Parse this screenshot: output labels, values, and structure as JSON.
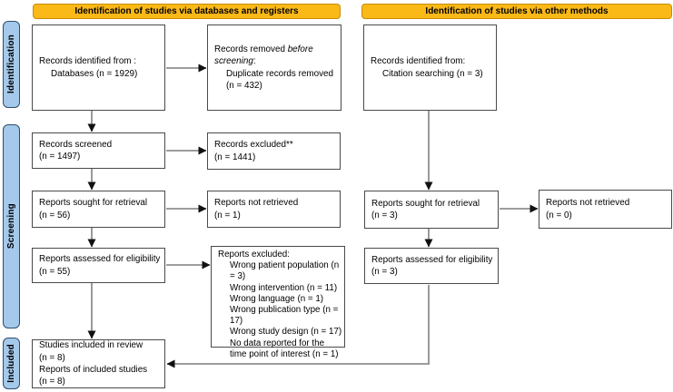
{
  "colors": {
    "header_fill": "#FBB917",
    "header_border": "#C98B00",
    "sidebar_fill": "#A5C9EA",
    "sidebar_border": "#2E4E6B",
    "box_border": "#4A4A4A",
    "arrow_line": "#8F8F8F",
    "arrow_head": "#111111",
    "text": "#000000"
  },
  "headers": {
    "databases": "Identification of studies via databases and registers",
    "other": "Identification of studies via other methods"
  },
  "sidebar": {
    "identification": "Identification",
    "screening": "Screening",
    "included": "Included"
  },
  "boxes": {
    "records_identified": {
      "line1": "Records identified from :",
      "line2": "Databases (n = 1929)"
    },
    "records_removed": {
      "prefix": "Records removed ",
      "italic": "before screening",
      "suffix": ":",
      "item": "Duplicate records removed (n = 432)"
    },
    "records_screened": {
      "line1": "Records screened",
      "line2": "(n = 1497)"
    },
    "records_excluded": {
      "line1": "Records excluded**",
      "line2": "(n = 1441)"
    },
    "reports_sought_db": {
      "line1": "Reports sought for retrieval",
      "line2": "(n = 56)"
    },
    "reports_not_retrieved_db": {
      "line1": "Reports not retrieved",
      "line2": "(n = 1)"
    },
    "reports_assessed_db": {
      "line1": "Reports assessed for eligibility",
      "line2": "(n = 55)"
    },
    "reports_excluded": {
      "title": "Reports excluded:",
      "items": [
        "Wrong patient population (n = 3)",
        "Wrong intervention (n = 11)",
        "Wrong language (n = 1)",
        "Wrong publication type (n = 17)",
        "Wrong study design (n = 17)",
        "No data reported for the time point of interest (n = 1)"
      ]
    },
    "records_identified_other": {
      "line1": "Records identified from:",
      "line2": "Citation searching (n = 3)"
    },
    "reports_sought_other": {
      "line1": "Reports sought for retrieval",
      "line2": "(n = 3)"
    },
    "reports_not_retrieved_other": {
      "line1": "Reports not retrieved",
      "line2": "(n = 0)"
    },
    "reports_assessed_other": {
      "line1": "Reports assessed for eligibility",
      "line2": "(n = 3)"
    },
    "included": {
      "line1": "Studies included in review",
      "line2": "(n = 8)",
      "line3": "Reports of included studies",
      "line4": "(n = 8)"
    }
  }
}
